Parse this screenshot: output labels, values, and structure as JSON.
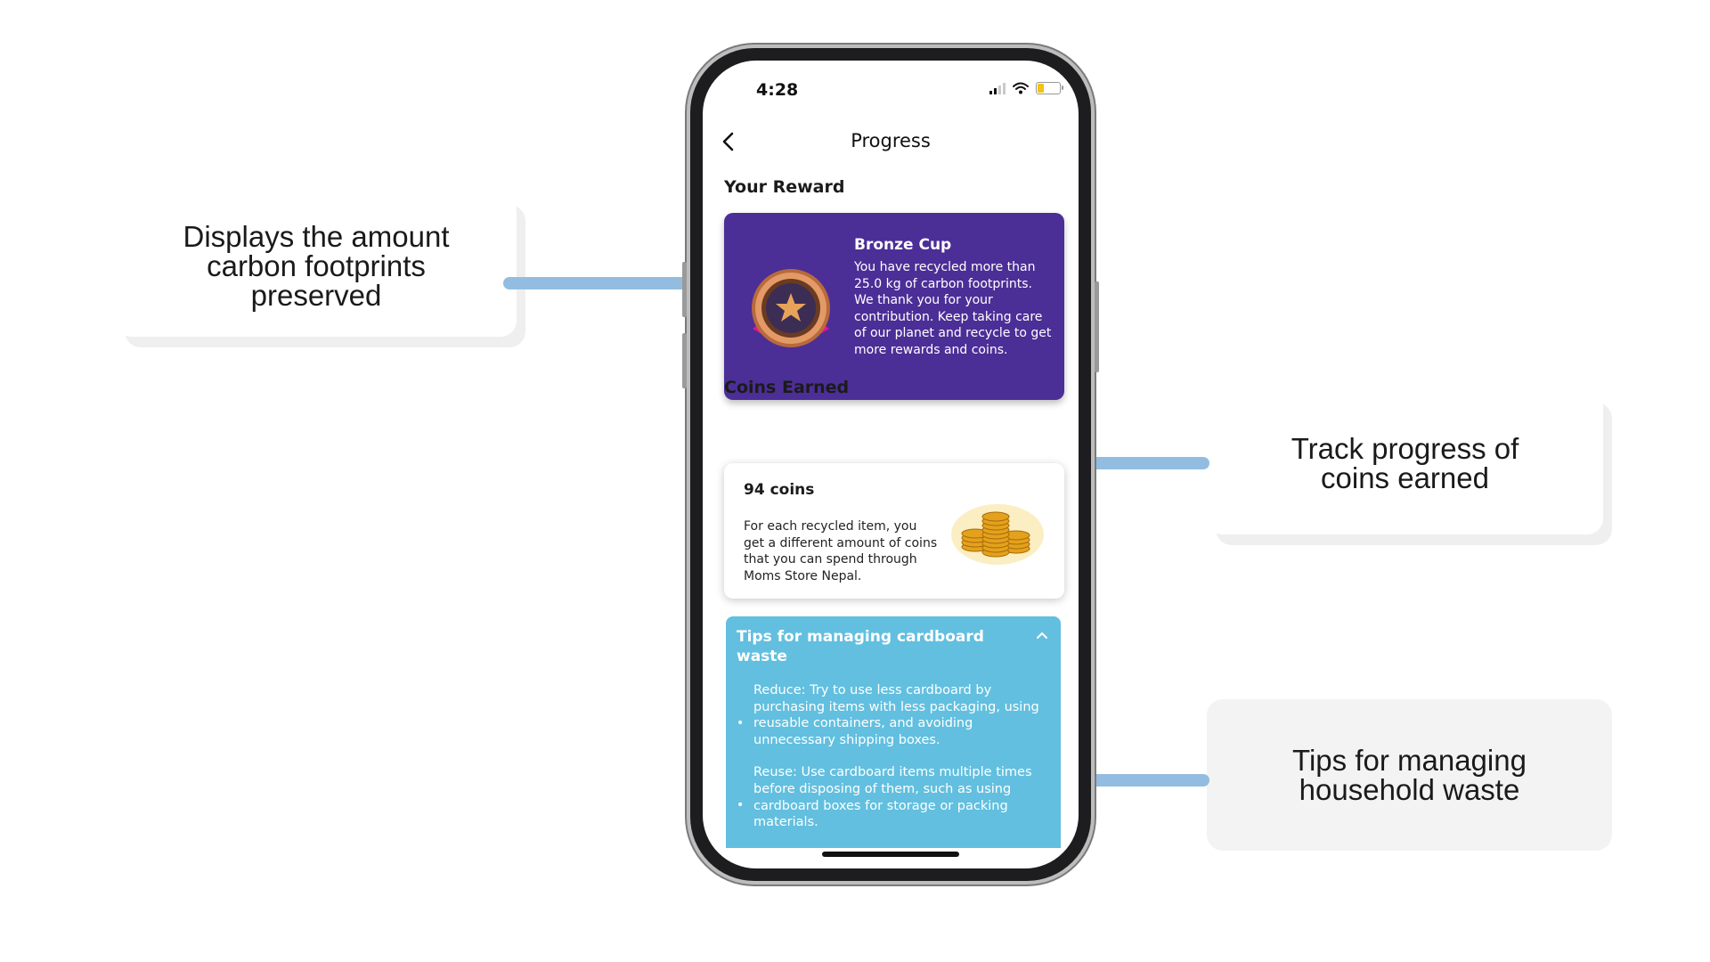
{
  "annotations": {
    "carbon": "Displays the amount carbon footprints preserved",
    "coins": "Track progress of coins earned",
    "tips": "Tips for managing household waste"
  },
  "status_bar": {
    "time": "4:28"
  },
  "header": {
    "title": "Progress"
  },
  "reward": {
    "section_title": "Your Reward",
    "title": "Bronze Cup",
    "text": "You have recycled more than 25.0 kg of carbon footprints. We thank you for your contribution. Keep taking care of our planet and recycle to get more rewards and coins."
  },
  "coins": {
    "section_title": "Coins Earned",
    "count": "94 coins",
    "text": "For each recycled item, you get a different amount of coins that you can spend through Moms Store Nepal."
  },
  "tips": {
    "title": "Tips for managing cardboard waste",
    "items": [
      "Reduce: Try to use less cardboard by purchasing items with less packaging, using reusable containers, and avoiding unnecessary shipping boxes.",
      "Reuse: Use cardboard items multiple times before disposing of them, such as using cardboard boxes for storage or packing materials."
    ]
  },
  "colors": {
    "reward_card": "#4c2e97",
    "tips_card": "#62bfdf",
    "connector": "#93bde0"
  },
  "icons": [
    "back-chevron-icon",
    "signal-icon",
    "wifi-icon",
    "battery-icon",
    "medal-icon",
    "coins-icon",
    "chevron-up-icon"
  ]
}
